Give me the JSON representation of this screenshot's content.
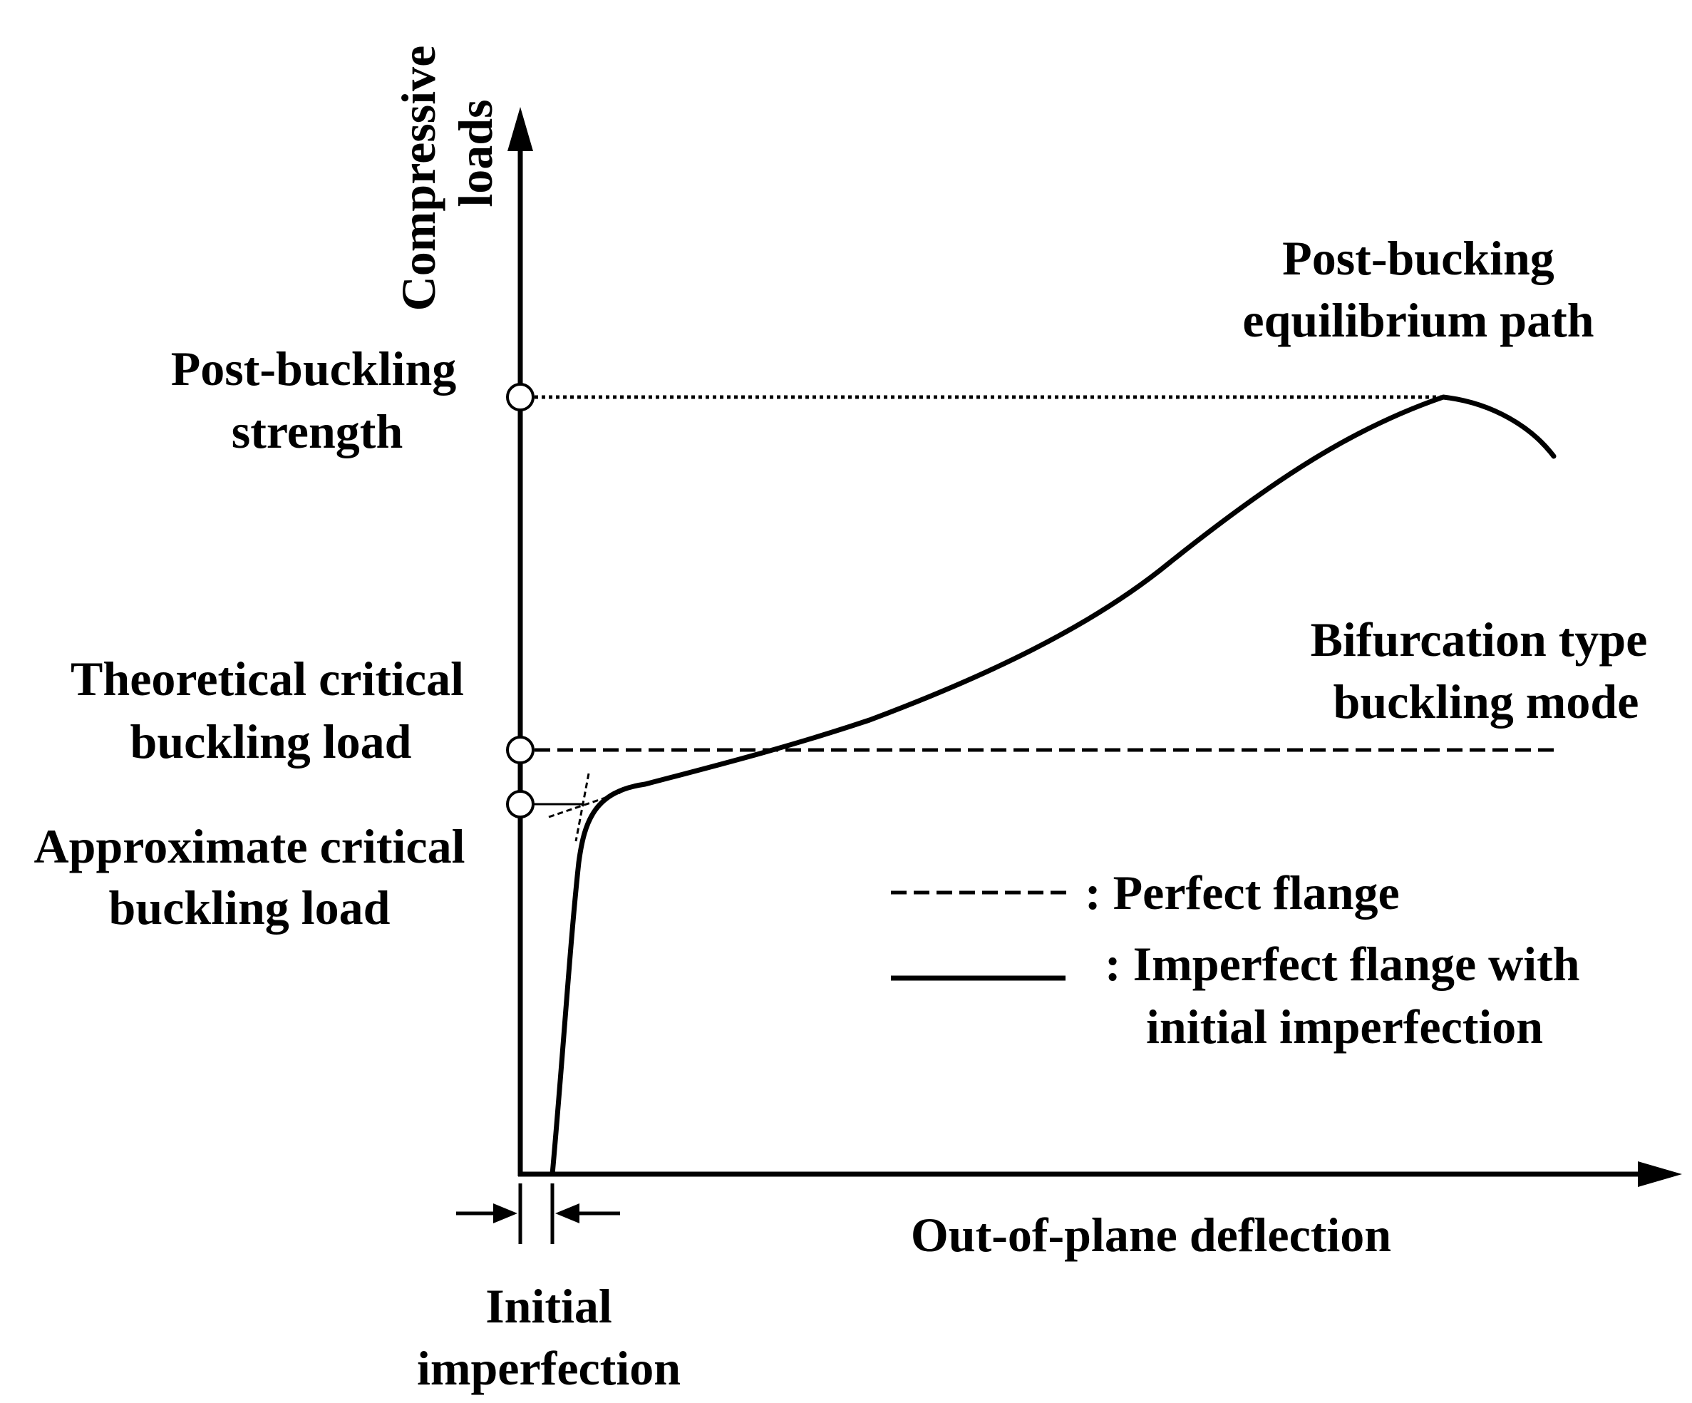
{
  "axes": {
    "y_label_line1": "Compressive",
    "y_label_line2": "loads",
    "x_label": "Out-of-plane deflection"
  },
  "levels": {
    "post_buckling_strength": {
      "line1": "Post-buckling",
      "line2": "strength"
    },
    "theoretical_critical": {
      "line1": "Theoretical critical",
      "line2": "buckling load"
    },
    "approximate_critical": {
      "line1": "Approximate critical",
      "line2": "buckling load"
    }
  },
  "annotations": {
    "post_buckling_path": {
      "line1": "Post-bucking",
      "line2": "equilibrium  path"
    },
    "bifurcation": {
      "line1": "Bifurcation type",
      "line2": "buckling mode"
    },
    "initial_imperfection": {
      "line1": "Initial",
      "line2": "imperfection"
    }
  },
  "legend": {
    "perfect": ": Perfect flange",
    "imperfect_line1": ": Imperfect flange with",
    "imperfect_line2": "initial imperfection"
  },
  "colors": {
    "ink": "#000000",
    "background": "#ffffff"
  }
}
